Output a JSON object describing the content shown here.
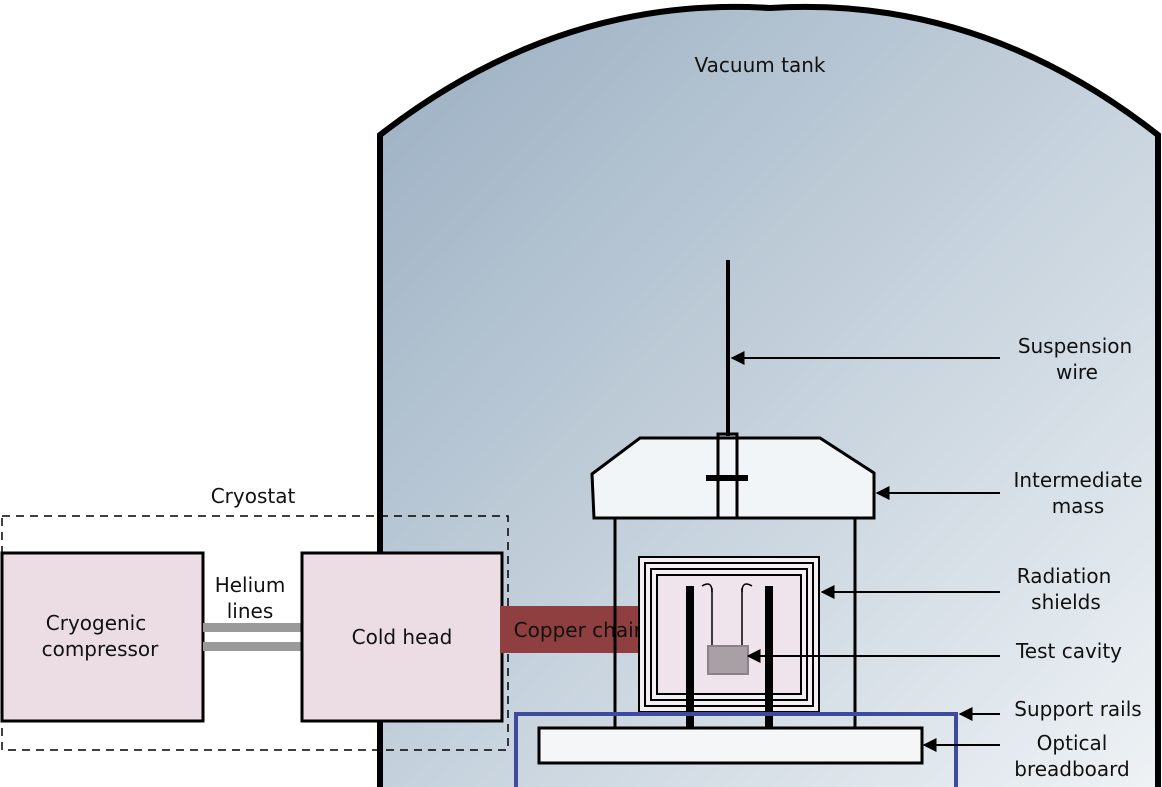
{
  "diagram": {
    "vacuum_tank": "Vacuum tank",
    "cryostat": "Cryostat",
    "cryogenic_compressor": [
      "Cryogenic",
      "compressor"
    ],
    "helium_lines": [
      "Helium",
      "lines"
    ],
    "cold_head": "Cold head",
    "copper_chain": "Copper chain",
    "suspension_wire": [
      "Suspension",
      "wire"
    ],
    "intermediate_mass": [
      "Intermediate",
      "mass"
    ],
    "radiation_shields": [
      "Radiation",
      "shields"
    ],
    "test_cavity": "Test cavity",
    "support_rails": "Support rails",
    "optical_breadboard": [
      "Optical",
      "breadboard"
    ]
  },
  "colors": {
    "tank_gradient_top": "#9aafc2",
    "tank_gradient_bottom": "#e9eef3",
    "box_fill": "#ecdde4",
    "copper": "#8f3f3f",
    "rails": "#3e4a9c",
    "cavity": "#a9a0a6",
    "helium": "#9a9a9a"
  }
}
